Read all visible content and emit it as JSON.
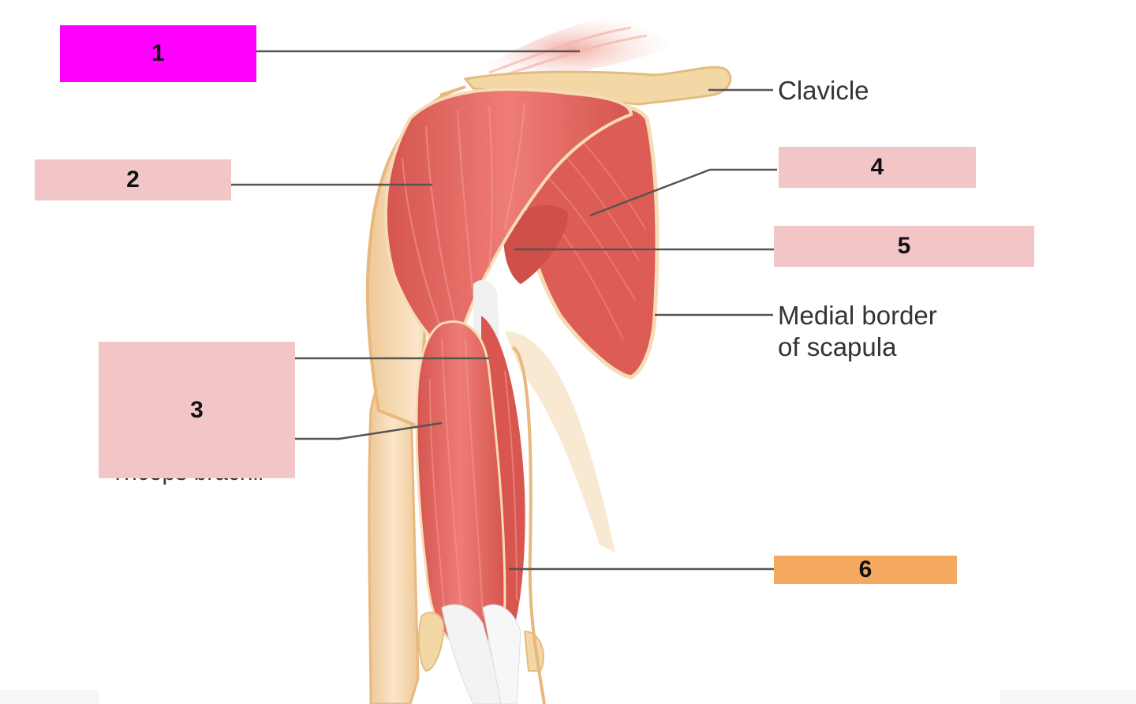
{
  "diagram": {
    "labels": [
      {
        "id": "1",
        "text": "1",
        "color": "#ff00ff"
      },
      {
        "id": "2",
        "text": "2",
        "color": "#f2c6c6"
      },
      {
        "id": "3",
        "text": "3",
        "color": "#f2c6c6"
      },
      {
        "id": "4",
        "text": "4",
        "color": "#f2c6c6"
      },
      {
        "id": "5",
        "text": "5",
        "color": "#f2c6c6"
      },
      {
        "id": "6",
        "text": "6",
        "color": "#f4a95f"
      }
    ],
    "static_labels": {
      "clavicle": "Clavicle",
      "medial_border_line1": "Medial border",
      "medial_border_line2": "of scapula"
    }
  },
  "colors": {
    "muscle": "#e1625c",
    "muscle_dark": "#c94b47",
    "muscle_light": "#f08a82",
    "skin": "#f6dcb6",
    "skin_edge": "#e8b87c",
    "bone": "#f3d8a6",
    "tendon": "#f1f1f1",
    "leader_line": "#555555"
  }
}
